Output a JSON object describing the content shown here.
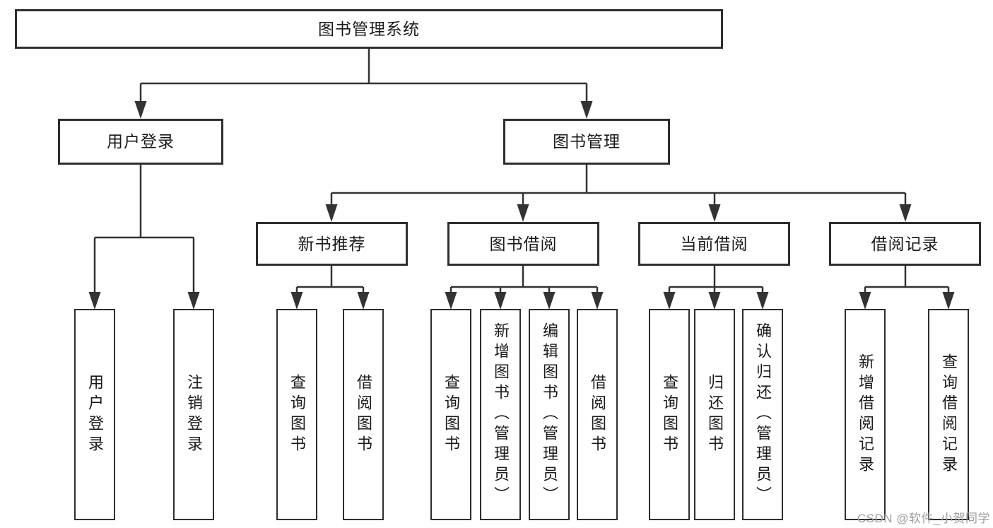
{
  "diagram": {
    "title": "图书管理系统",
    "children": [
      {
        "label": "用户登录",
        "children": [
          {
            "label": "用户登录"
          },
          {
            "label": "注销登录"
          }
        ]
      },
      {
        "label": "图书管理",
        "children": [
          {
            "label": "新书推荐",
            "children": [
              {
                "label": "查询图书"
              },
              {
                "label": "借阅图书"
              }
            ]
          },
          {
            "label": "图书借阅",
            "children": [
              {
                "label": "查询图书"
              },
              {
                "label": "新增图书（管理员）"
              },
              {
                "label": "编辑图书（管理员）"
              },
              {
                "label": "借阅图书"
              }
            ]
          },
          {
            "label": "当前借阅",
            "children": [
              {
                "label": "查询图书"
              },
              {
                "label": "归还图书"
              },
              {
                "label": "确认归还（管理员）"
              }
            ]
          },
          {
            "label": "借阅记录",
            "children": [
              {
                "label": "新增借阅记录"
              },
              {
                "label": "查询借阅记录"
              }
            ]
          }
        ]
      }
    ]
  },
  "watermark": {
    "text": "CSDN @软件_小贺同学"
  },
  "colors": {
    "line": "#333333",
    "box_border": "#2e2e2e",
    "text": "#1a1a1a",
    "watermark": "#9e9e9e",
    "background": "#ffffff"
  }
}
